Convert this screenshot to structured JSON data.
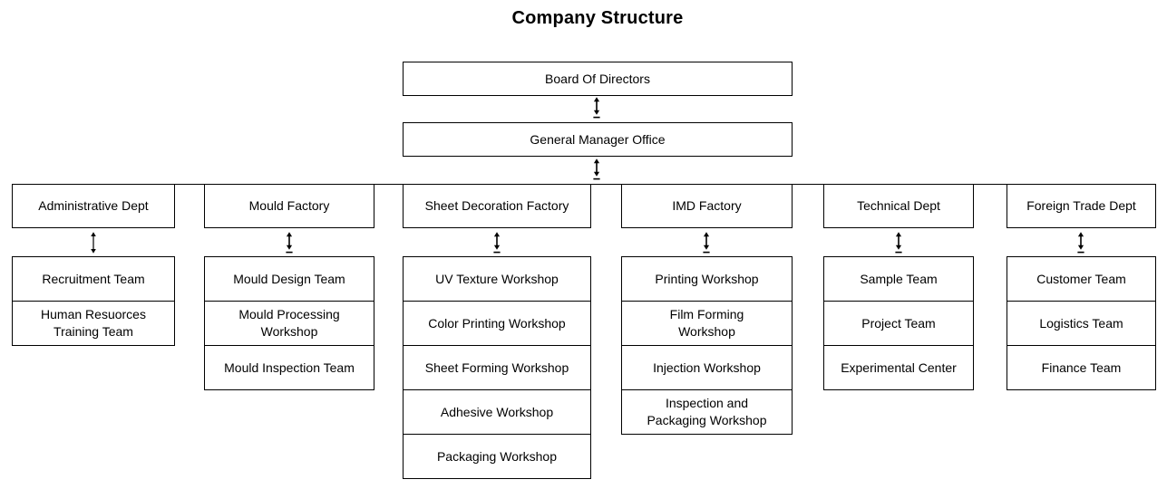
{
  "title": "Company Structure",
  "colors": {
    "text": "#000000",
    "border": "#000000",
    "background": "#ffffff"
  },
  "icons": {
    "connector": "up-down-arrow-with-base-icon",
    "connector_plain": "up-down-arrow-icon"
  },
  "hierarchy": {
    "root": "Board Of Directors",
    "manager": "General Manager Office"
  },
  "columns": [
    {
      "dept": "Administrative Dept",
      "teams": [
        "Recruitment Team",
        "Human Resuorces\nTraining Team"
      ]
    },
    {
      "dept": "Mould Factory",
      "teams": [
        "Mould Design Team",
        "Mould Processing\nWorkshop",
        "Mould Inspection Team"
      ]
    },
    {
      "dept": "Sheet Decoration Factory",
      "teams": [
        "UV Texture Workshop",
        "Color Printing Workshop",
        "Sheet Forming Workshop",
        "Adhesive Workshop",
        "Packaging Workshop"
      ]
    },
    {
      "dept": "IMD Factory",
      "teams": [
        "Printing Workshop",
        "Film Forming\nWorkshop",
        "Injection Workshop",
        "Inspection and\nPackaging Workshop"
      ]
    },
    {
      "dept": "Technical Dept",
      "teams": [
        "Sample Team",
        "Project Team",
        "Experimental Center"
      ]
    },
    {
      "dept": "Foreign Trade Dept",
      "teams": [
        "Customer Team",
        "Logistics Team",
        "Finance Team"
      ]
    }
  ]
}
